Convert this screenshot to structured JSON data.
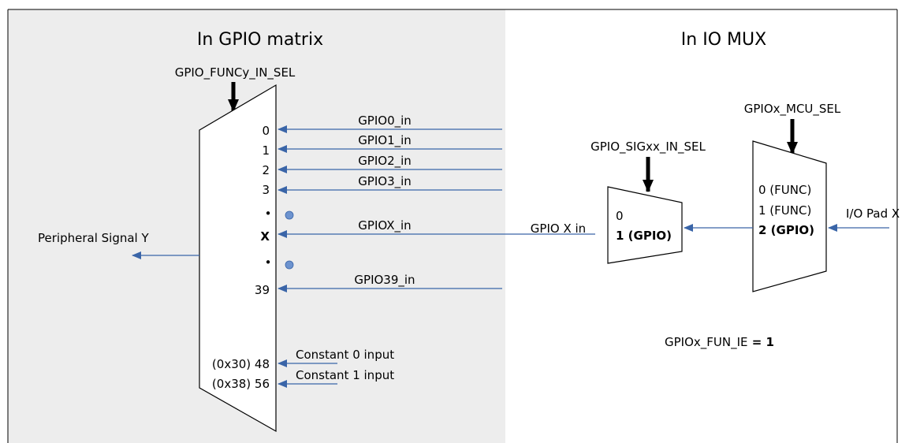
{
  "gpio_matrix": {
    "title": "In GPIO matrix",
    "select_label": "GPIO_FUNCy_IN_SEL",
    "inputs": [
      "0",
      "1",
      "2",
      "3",
      "X",
      "39",
      "(0x30) 48",
      "(0x38) 56"
    ],
    "signals": [
      "GPIO0_in",
      "GPIO1_in",
      "GPIO2_in",
      "GPIO3_in",
      "GPIOX_in",
      "GPIO39_in"
    ],
    "constants": [
      "Constant 0 input",
      "Constant 1 input"
    ],
    "dot": "•",
    "output_label": "Peripheral Signal Y"
  },
  "io_mux": {
    "title": "In IO MUX",
    "sig_select_label": "GPIO_SIGxx_IN_SEL",
    "sig_inputs": [
      "0",
      "1 (GPIO)"
    ],
    "sig_input_wire_label": "GPIO X in",
    "mcu_select_label": "GPIOx_MCU_SEL",
    "mcu_inputs": [
      "0 (FUNC)",
      "1 (FUNC)",
      "2 (GPIO)"
    ],
    "pad_label": "I/O Pad X",
    "fun_ie_label": "GPIOx_FUN_IE",
    "fun_ie_eq": " = ",
    "fun_ie_value": "1"
  },
  "colors": {
    "matrix_background": "#ededed",
    "wire": "#3a65a8",
    "dot": "#6d93cf"
  }
}
